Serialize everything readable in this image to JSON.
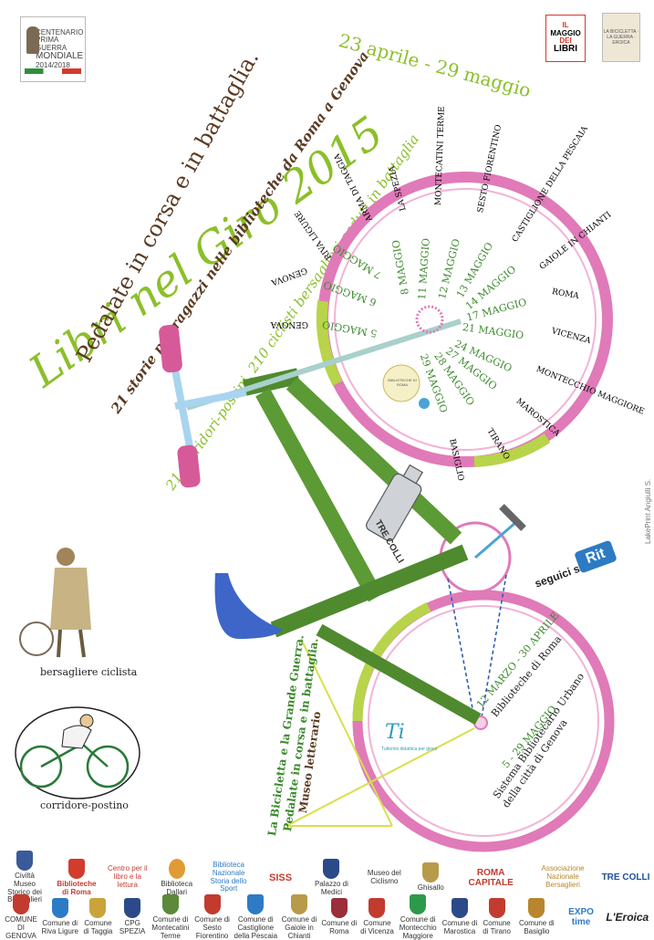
{
  "centenario": {
    "line1": "CENTENARIO",
    "line2": "PRIMA GUERRA",
    "line3": "MONDIALE",
    "line4": "2014/2018"
  },
  "maggio_badge": {
    "line1": "IL",
    "line2": "MAGGIO",
    "line3": "DEI",
    "line4": "LIBRI"
  },
  "eroica_badge": {
    "text": "LA BICICLETTA · LA GUERRA · EROICA"
  },
  "title": "Libri nel Giro 2015",
  "dates": "23 aprile - 29 maggio",
  "subtitle": "Pedalate in corsa e in battaglia.",
  "line2": "21 storie per ragazzi nelle biblioteche da Roma a Genova",
  "line3": "21 corridori-postini, 210 ciclisti bersaglieri caduti in battaglia",
  "cities": [
    "GENOVA",
    "RIVA LIGURE",
    "ARMA DI TAGGIA",
    "LA SPEZIA",
    "MONTECATINI TERME",
    "SESTO FIORENTINO",
    "CASTIGLIONE DELLA PESCAIA",
    "GAIOLE IN CHIANTI",
    "ROMA",
    "VICENZA",
    "MONTECCHIO MAGGIORE",
    "MAROSTICA",
    "TIRANO",
    "BASIGLIO"
  ],
  "stage_dates": [
    "5 MAGGIO",
    "6 MAGGIO",
    "7 MAGGIO",
    "8 MAGGIO",
    "11 MAGGIO",
    "12 MAGGIO",
    "13 MAGGIO",
    "14 MAGGIO",
    "17 MAGGIO",
    "21 MAGGIO",
    "24 MAGGIO",
    "27 MAGGIO",
    "28 MAGGIO",
    "29 MAGGIO"
  ],
  "hub_logo": "BIBLIOTECHE DI ROMA",
  "bottle": "TRE COLLI",
  "seguici": "seguici su",
  "rit": "Rit",
  "bersagliere_caption": "bersagliere ciclista",
  "corridore_caption": "corridore-postino",
  "museo_line1": "La Bicicletta e la Grande Guerra.",
  "museo_line2": "Pedalate in corsa e in battaglia.",
  "museo_line3": "Museo letterario",
  "rear_dates1": "12 MARZO - 30 APRILE",
  "rear_place1": "Biblioteche di Roma",
  "rear_dates2": "5 - 29 MAGGIO",
  "rear_place2a": "Sistema Bibliotecario Urbano",
  "rear_place2b": "della città di Genova",
  "ti_logo": "Ti",
  "ti_caption": "Tuttomio didattica per gioco",
  "credit": "LakePrint Angiulli S.",
  "sponsors_row1": [
    "Civiltà Museo Storico dei Bersaglieri",
    "Biblioteche di Roma",
    "Centro per il libro e la lettura",
    "Biblioteca Dallari",
    "Biblioteca Nazionale Storia dello Sport",
    "SISS",
    "Palazzo di Medici",
    "Museo del Ciclismo",
    "Ghisallo",
    "ROMA CAPITALE",
    "Associazione Nazionale Bersaglieri",
    "TRE COLLI"
  ],
  "sponsors_row2": [
    "COMUNE DI GENOVA",
    "Comune di Riva Ligure",
    "Comune di Taggia",
    "CPG SPEZIA",
    "Comune di Montecatini Terme",
    "Comune di Sesto Fiorentino",
    "Comune di Castiglione della Pescaia",
    "Comune di Gaiole in Chianti",
    "Comune di Roma",
    "Comune di Vicenza",
    "Comune di Montecchio Maggiore",
    "Comune di Marostica",
    "Comune di Tirano",
    "Comune di Basiglio",
    "EXPO time",
    "L'Eroica"
  ],
  "colors": {
    "green_title": "#8cbf2a",
    "brown_text": "#5a3a22",
    "pink_wheel": "#e07ab8",
    "frame_green": "#4f8a2e",
    "date_green": "#3d8a2e"
  }
}
